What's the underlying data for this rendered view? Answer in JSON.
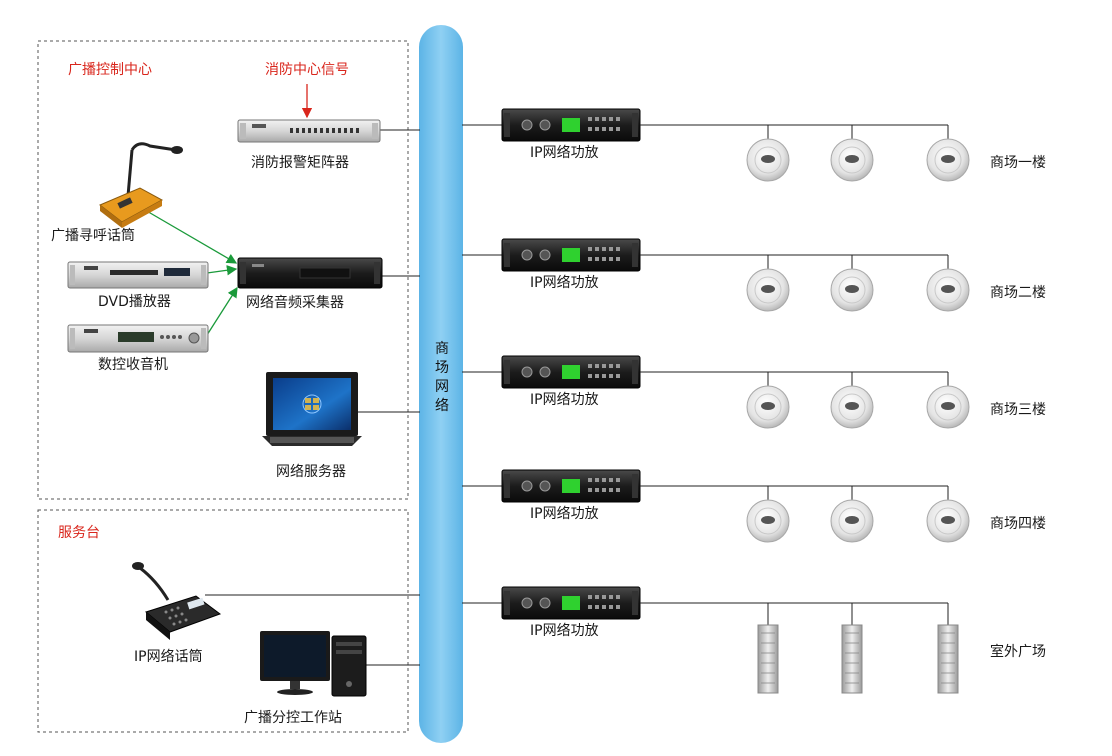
{
  "control_center": {
    "title": "广播控制中心",
    "fire_signal": "消防中心信号"
  },
  "service_desk": {
    "title": "服务台"
  },
  "devices": {
    "fire_matrix": "消防报警矩阵器",
    "paging_mic": "广播寻呼话筒",
    "dvd": "DVD播放器",
    "tuner": "数控收音机",
    "audio_collector": "网络音频采集器",
    "server": "网络服务器",
    "ip_mic": "IP网络话筒",
    "workstation": "广播分控工作站"
  },
  "network": {
    "chars": [
      "商",
      "场",
      "网",
      "络"
    ]
  },
  "zones": [
    {
      "amp": "IP网络功放",
      "name": "商场一楼",
      "speaker": "ceiling"
    },
    {
      "amp": "IP网络功放",
      "name": "商场二楼",
      "speaker": "ceiling"
    },
    {
      "amp": "IP网络功放",
      "name": "商场三楼",
      "speaker": "ceiling"
    },
    {
      "amp": "IP网络功放",
      "name": "商场四楼",
      "speaker": "ceiling"
    },
    {
      "amp": "IP网络功放",
      "name": "室外广场",
      "speaker": "column"
    }
  ],
  "colors": {
    "bus": "#74c1ec",
    "arrow_green": "#1a9a3a",
    "arrow_red": "#d9261c",
    "label_red": "#d9261c"
  }
}
